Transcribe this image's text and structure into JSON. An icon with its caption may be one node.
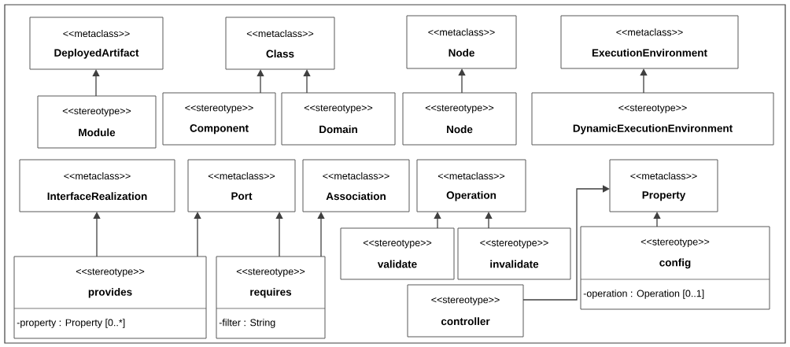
{
  "diagram": {
    "nodes": [
      {
        "text": [
          "<<metaclass>>",
          "DeployedArtifact"
        ]
      },
      {
        "text": [
          "<<stereotype>>",
          "Module"
        ]
      },
      {
        "text": [
          "<<metaclass>>",
          "Class"
        ]
      },
      {
        "text": [
          "<<stereotype>>",
          "Component"
        ]
      },
      {
        "text": [
          "<<stereotype>>",
          "Domain"
        ]
      },
      {
        "text": [
          "<<metaclass>>",
          "Node"
        ]
      },
      {
        "text": [
          "<<stereotype>>",
          "Node"
        ]
      },
      {
        "text": [
          "<<metaclass>>",
          "ExecutionEnvironment"
        ]
      },
      {
        "text": [
          "<<stereotype>>",
          "DynamicExecutionEnvironment"
        ]
      },
      {
        "text": [
          "<<metaclass>>",
          "InterfaceRealization"
        ]
      },
      {
        "text": [
          "<<metaclass>>",
          "Port"
        ]
      },
      {
        "text": [
          "<<metaclass>>",
          "Association"
        ]
      },
      {
        "text": [
          "<<metaclass>>",
          "Operation"
        ]
      },
      {
        "text": [
          "<<metaclass>>",
          "Property"
        ]
      },
      {
        "text": [
          "<<stereotype>>",
          "validate"
        ]
      },
      {
        "text": [
          "<<stereotype>>",
          "invalidate"
        ]
      },
      {
        "text": [
          "<<stereotype>>",
          "config",
          "-operation : Operation [0..1]"
        ]
      },
      {
        "text": [
          "<<stereotype>>",
          "provides",
          "-property : Property [0..*]"
        ]
      },
      {
        "text": [
          "<<stereotype>>",
          "requires",
          "-filter : String"
        ]
      },
      {
        "text": [
          "<<stereotype>>",
          "controller"
        ]
      }
    ],
    "edges": [
      {
        "from": 1,
        "to": 0,
        "arrow": "to"
      },
      {
        "from": 3,
        "to": 2,
        "arrow": "to"
      },
      {
        "from": 4,
        "to": 2,
        "arrow": "to"
      },
      {
        "from": 6,
        "to": 5,
        "arrow": "to"
      },
      {
        "from": 8,
        "to": 7,
        "arrow": "to"
      },
      {
        "from": 17,
        "to": 9,
        "arrow": "to"
      },
      {
        "from": 17,
        "to": 10,
        "arrow": "to"
      },
      {
        "from": 18,
        "to": 10,
        "arrow": "to"
      },
      {
        "from": 18,
        "to": 11,
        "arrow": "to"
      },
      {
        "from": 14,
        "to": 12,
        "arrow": "to"
      },
      {
        "from": 15,
        "to": 12,
        "arrow": "to"
      },
      {
        "from": 16,
        "to": 13,
        "arrow": "to"
      },
      {
        "from": 19,
        "to": 13,
        "arrow": "to"
      }
    ]
  }
}
